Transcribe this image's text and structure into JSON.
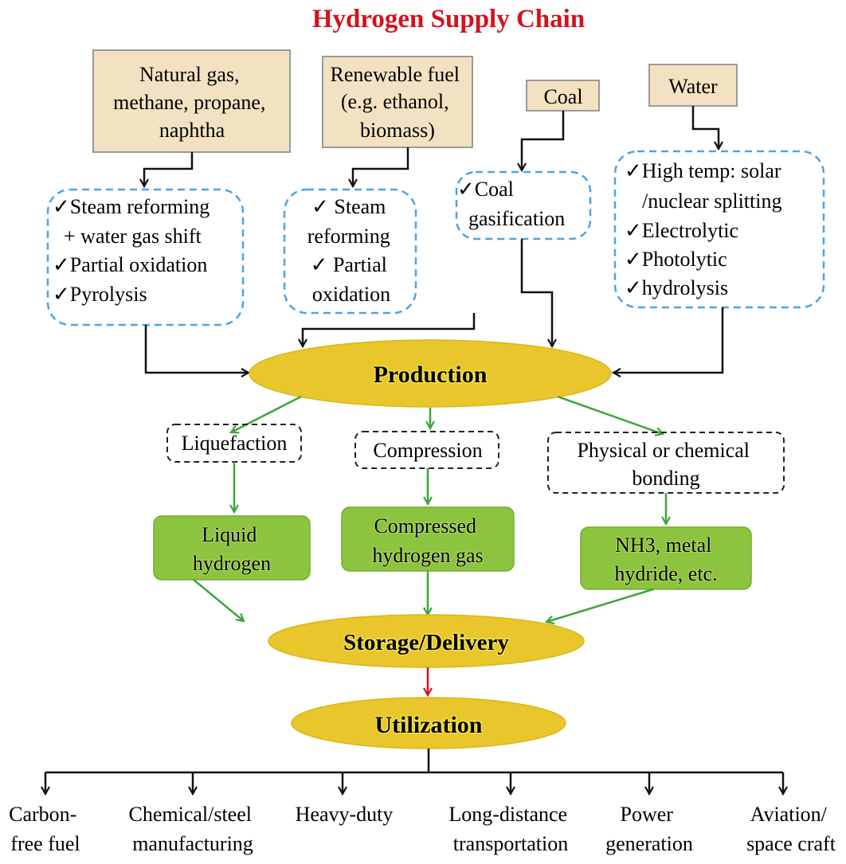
{
  "title": "Hydrogen Supply Chain",
  "colors": {
    "title": "#d1141d",
    "source_fill": "#f3e2c2",
    "process_border": "#4da3e6",
    "stage_fill": "#e8c62c",
    "storage_fill": "#8cc43f",
    "green_arrow": "#3ea33a",
    "red_arrow": "#d4141c"
  },
  "sources": [
    {
      "lines": [
        "Natural gas,",
        "methane, propane,",
        "naphtha"
      ]
    },
    {
      "lines": [
        "Renewable fuel",
        "(e.g. ethanol,",
        "biomass)"
      ]
    },
    {
      "lines": [
        "Coal"
      ]
    },
    {
      "lines": [
        "Water"
      ]
    }
  ],
  "processes": [
    {
      "lines": [
        "✓Steam reforming",
        "+ water gas shift",
        "✓Partial oxidation",
        "✓Pyrolysis"
      ]
    },
    {
      "lines": [
        "✓ Steam",
        "reforming",
        "✓ Partial",
        "oxidation"
      ]
    },
    {
      "lines": [
        "✓Coal",
        "gasification"
      ]
    },
    {
      "lines": [
        "✓High temp: solar",
        "/nuclear splitting",
        "✓Electrolytic",
        "✓Photolytic",
        "✓hydrolysis"
      ]
    }
  ],
  "stages": {
    "production": "Production",
    "storage": "Storage/Delivery",
    "utilization": "Utilization"
  },
  "methods": [
    {
      "lines": [
        "Liquefaction"
      ]
    },
    {
      "lines": [
        "Compression"
      ]
    },
    {
      "lines": [
        "Physical or chemical",
        "bonding"
      ]
    }
  ],
  "forms": [
    {
      "lines": [
        "Liquid",
        "hydrogen"
      ]
    },
    {
      "lines": [
        "Compressed",
        "hydrogen gas"
      ]
    },
    {
      "lines": [
        "NH3, metal",
        "hydride, etc."
      ]
    }
  ],
  "uses": [
    {
      "lines": [
        "Carbon-",
        "free fuel"
      ]
    },
    {
      "lines": [
        "Chemical/steel",
        "manufacturing"
      ]
    },
    {
      "lines": [
        "Heavy-duty"
      ]
    },
    {
      "lines": [
        "Long-distance",
        "transportation"
      ]
    },
    {
      "lines": [
        "Power",
        "generation"
      ]
    },
    {
      "lines": [
        "Aviation/",
        "space craft"
      ]
    }
  ]
}
